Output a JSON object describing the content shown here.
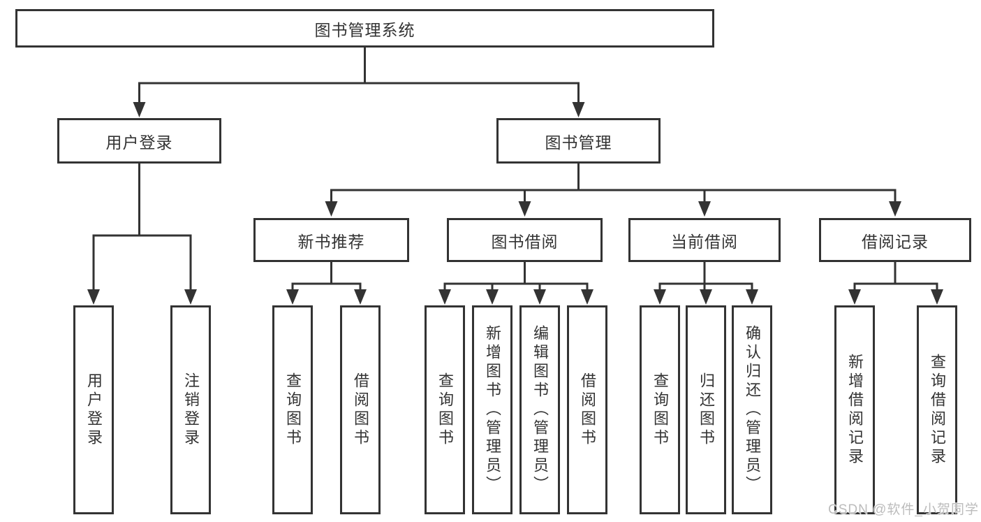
{
  "diagram": {
    "root": {
      "label": "图书管理系统"
    },
    "level2": [
      {
        "label": "用户登录"
      },
      {
        "label": "图书管理"
      }
    ],
    "level3": [
      {
        "label": "新书推荐"
      },
      {
        "label": "图书借阅"
      },
      {
        "label": "当前借阅"
      },
      {
        "label": "借阅记录"
      }
    ],
    "leaves": {
      "user_login": [
        "用户登录",
        "注销登录"
      ],
      "new_books": [
        "查询图书",
        "借阅图书"
      ],
      "book_borrow": [
        "查询图书",
        "新增图书（管理员）",
        "编辑图书（管理员）",
        "借阅图书"
      ],
      "current_borrow": [
        "查询图书",
        "归还图书",
        "确认归还（管理员）"
      ],
      "borrow_records": [
        "新增借阅记录",
        "查询借阅记录"
      ]
    }
  },
  "watermark": {
    "text": "CSDN @软件_小贺同学"
  },
  "colors": {
    "line": "#333333",
    "text": "#333333",
    "box_fill": "#ffffff",
    "watermark": "#bcbcbc",
    "background": "#ffffff"
  }
}
